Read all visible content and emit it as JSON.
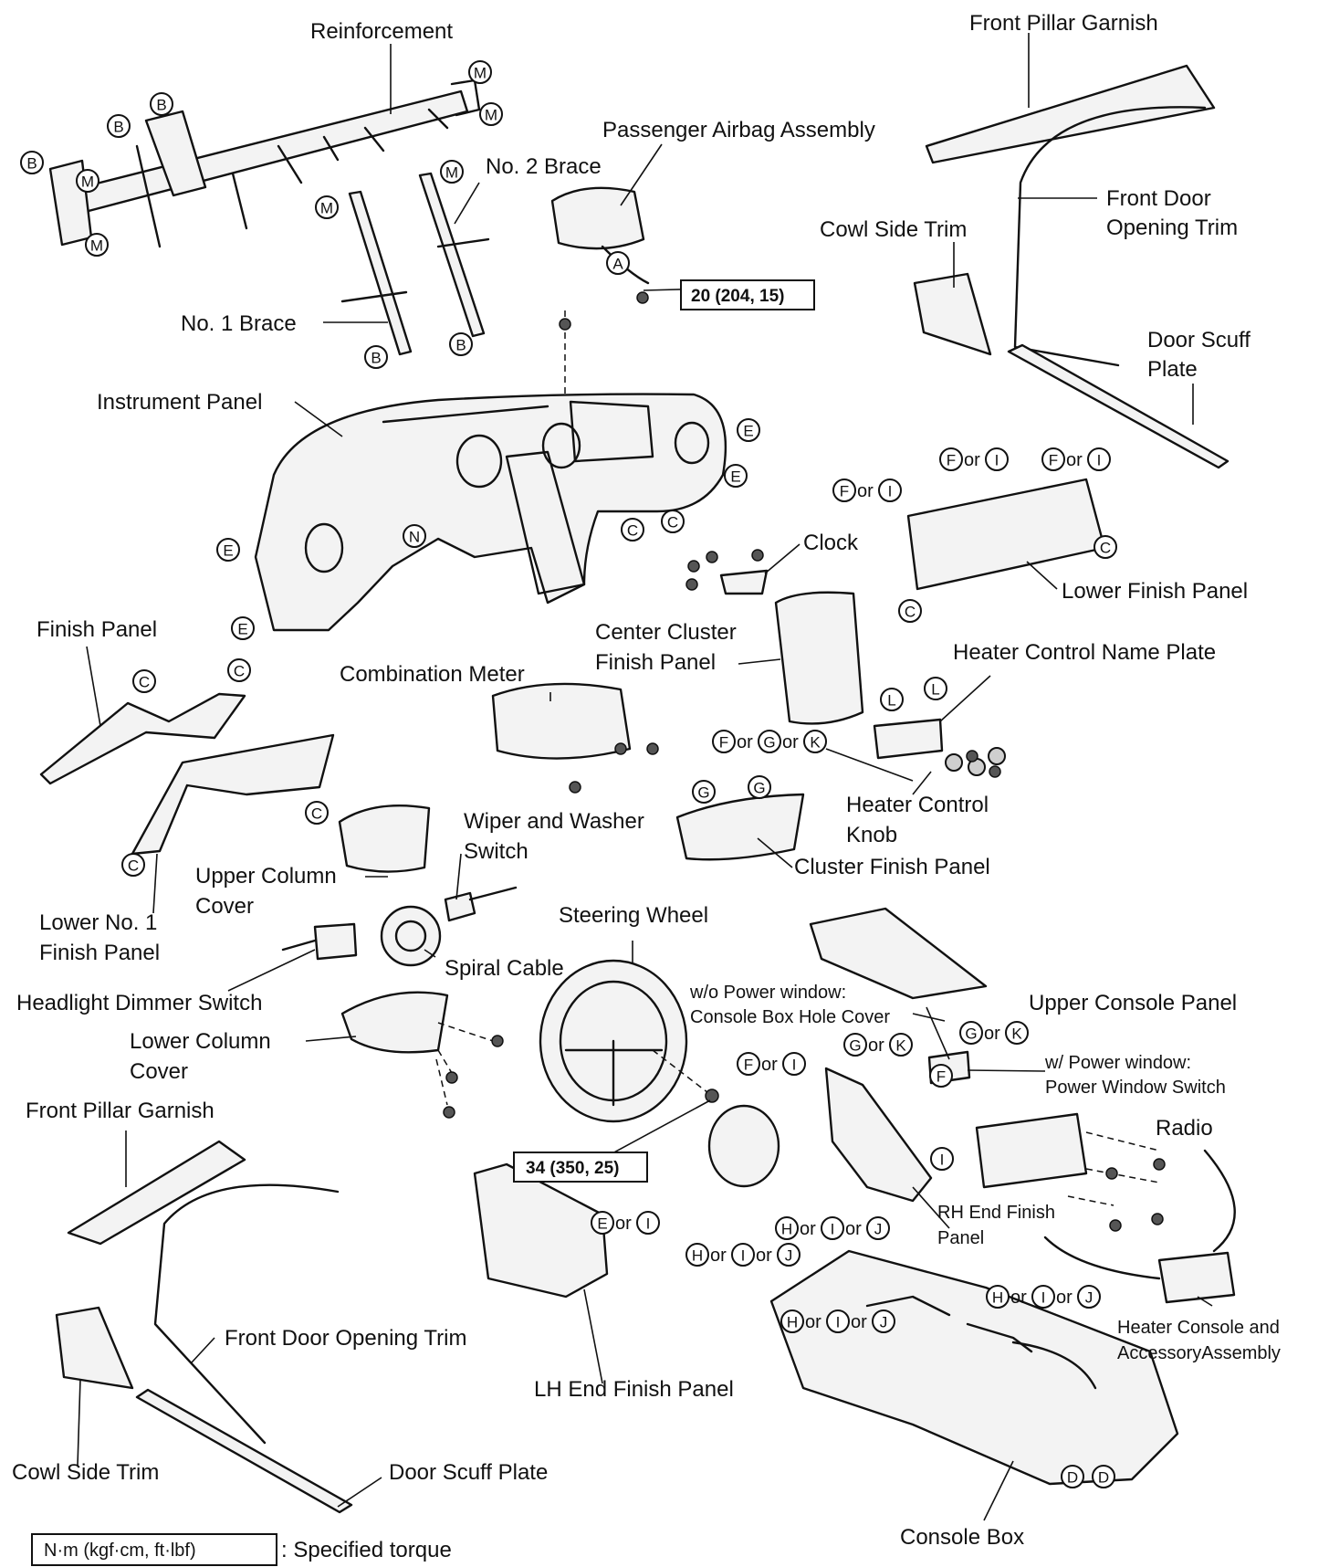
{
  "labels": {
    "reinforcement": "Reinforcement",
    "front_pillar_garnish_rh": "Front Pillar Garnish",
    "passenger_airbag": "Passenger Airbag Assembly",
    "no2_brace": "No. 2 Brace",
    "front_door_opening_trim_rh_1": "Front Door",
    "front_door_opening_trim_rh_2": "Opening Trim",
    "cowl_side_trim_rh": "Cowl Side Trim",
    "no1_brace": "No. 1 Brace",
    "door_scuff_plate_rh_1": "Door Scuff",
    "door_scuff_plate_rh_2": "Plate",
    "instrument_panel": "Instrument Panel",
    "clock": "Clock",
    "lower_finish_panel": "Lower Finish Panel",
    "finish_panel": "Finish Panel",
    "center_cluster_1": "Center Cluster",
    "center_cluster_2": "Finish Panel",
    "heater_control_name_plate": "Heater Control Name Plate",
    "combination_meter": "Combination Meter",
    "heater_control_knob_1": "Heater Control",
    "heater_control_knob_2": "Knob",
    "wiper_washer_1": "Wiper and Washer",
    "wiper_washer_2": "Switch",
    "cluster_finish_panel": "Cluster Finish Panel",
    "upper_column_cover_1": "Upper Column",
    "upper_column_cover_2": "Cover",
    "lower_no1_finish_1": "Lower No. 1",
    "lower_no1_finish_2": "Finish Panel",
    "steering_wheel": "Steering Wheel",
    "spiral_cable": "Spiral Cable",
    "headlight_dimmer": "Headlight Dimmer Switch",
    "wo_power_window_1": "w/o Power window:",
    "wo_power_window_2": "Console Box Hole Cover",
    "upper_console_panel": "Upper Console Panel",
    "lower_column_cover_1": "Lower Column",
    "lower_column_cover_2": "Cover",
    "w_power_window_1": "w/ Power window:",
    "w_power_window_2": "Power Window Switch",
    "front_pillar_garnish_lh": "Front Pillar Garnish",
    "radio": "Radio",
    "rh_end_finish_1": "RH End Finish",
    "rh_end_finish_2": "Panel",
    "front_door_opening_trim_lh": "Front Door Opening Trim",
    "heater_console_1": "Heater Console and",
    "heater_console_2": "AccessoryAssembly",
    "lh_end_finish": "LH End Finish Panel",
    "cowl_side_trim_lh": "Cowl Side Trim",
    "door_scuff_plate_lh": "Door Scuff Plate",
    "console_box": "Console Box"
  },
  "torques": {
    "airbag": "20 (204, 15)",
    "steering_wheel": "34 (350, 25)"
  },
  "legend": {
    "unit_box": "N·m (kgf·cm, ft·lbf)",
    "unit_text": ": Specified torque"
  },
  "connector": "or",
  "markers": {
    "A": "A",
    "B": "B",
    "C": "C",
    "D": "D",
    "E": "E",
    "F": "F",
    "G": "G",
    "H": "H",
    "I": "I",
    "J": "J",
    "K": "K",
    "L": "L",
    "M": "M",
    "N": "N"
  }
}
